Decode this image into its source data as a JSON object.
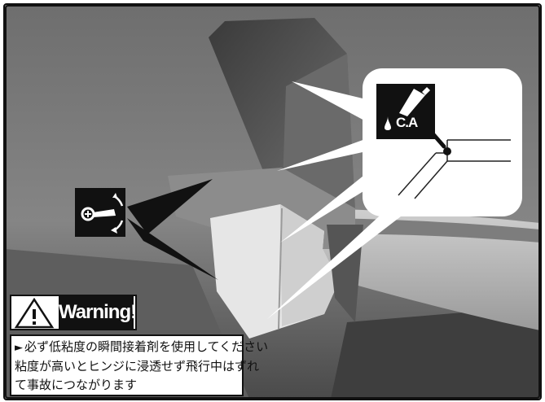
{
  "warning": {
    "title": "Warning!",
    "lines": [
      "必ず低粘度の瞬間接着剤を使用してください",
      "粘度が高いとヒンジに浸透せず飛行中はずれ",
      "て事故につながります"
    ]
  },
  "icons": {
    "ca_label": "C.A",
    "ca_icon": "glue-bottle-icon",
    "control_icon": "control-horn-swing-icon",
    "warning_icon": "warning-triangle-icon"
  }
}
